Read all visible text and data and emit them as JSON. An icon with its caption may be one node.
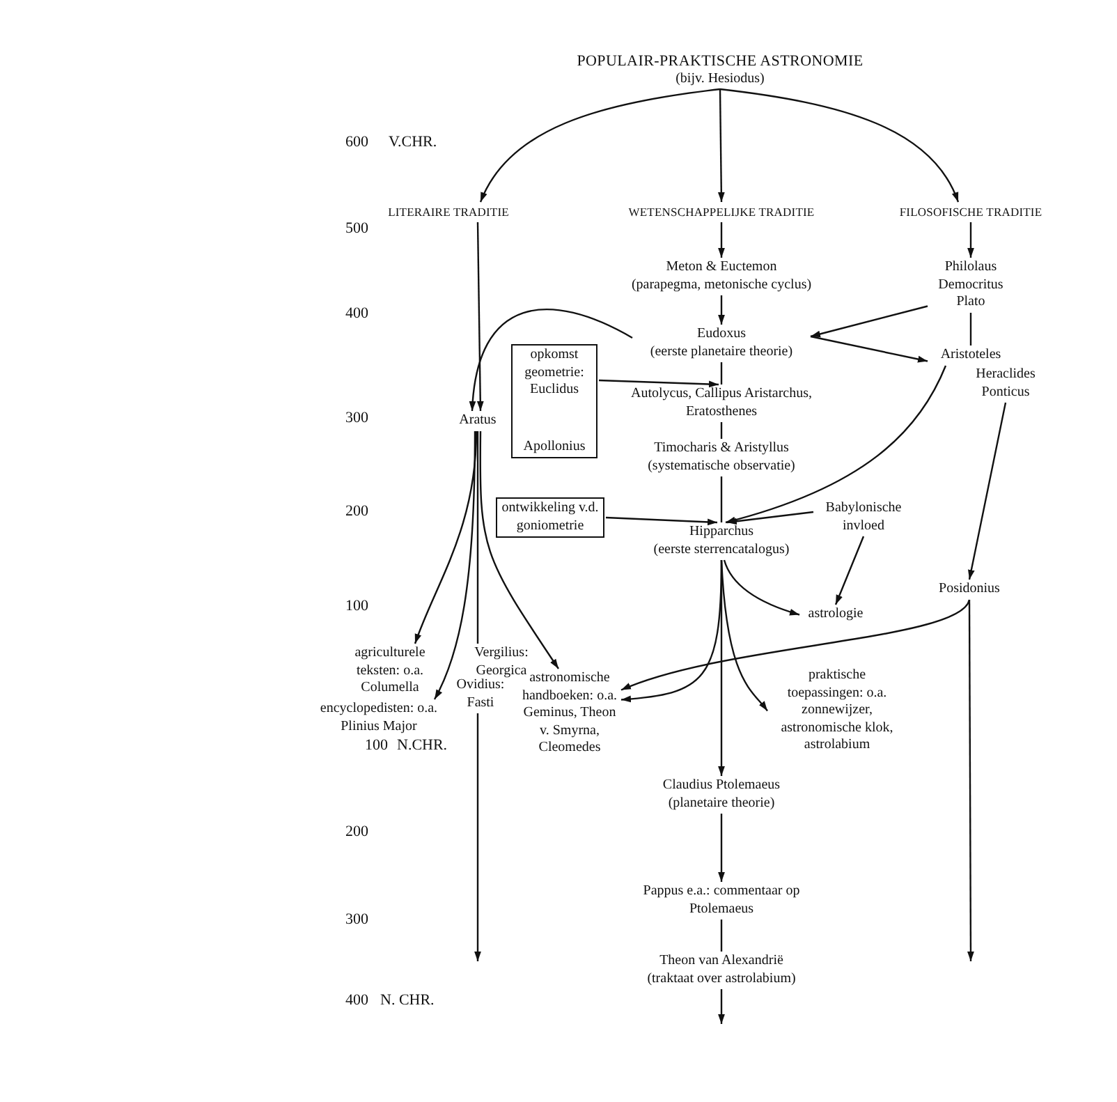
{
  "diagram": {
    "nodes": [
      {
        "text": [
          "POPULAIR-PRAKTISCHE ASTRONOMIE",
          "(bijv. Hesiodus)"
        ]
      },
      {
        "text": [
          "LITERAIRE TRADITIE"
        ]
      },
      {
        "text": [
          "WETENSCHAPPELIJKE TRADITIE"
        ]
      },
      {
        "text": [
          "FILOSOFISCHE TRADITIE"
        ]
      },
      {
        "text": [
          "Meton & Euctemon",
          "(parapegma, metonische cyclus)"
        ]
      },
      {
        "text": [
          "Philolaus Democritus Plato"
        ]
      },
      {
        "text": [
          "Eudoxus",
          "(eerste planetaire theorie)"
        ]
      },
      {
        "text": [
          "Aristoteles"
        ]
      },
      {
        "text": [
          "Heraclides Ponticus"
        ]
      },
      {
        "text": [
          "opkomst geometrie: Euclidus",
          "Apollonius"
        ]
      },
      {
        "text": [
          "Autolycus, Callipus Aristarchus, Eratosthenes"
        ]
      },
      {
        "text": [
          "Timocharis & Aristyllus",
          "(systematische observatie)"
        ]
      },
      {
        "text": [
          "Aratus"
        ]
      },
      {
        "text": [
          "ontwikkeling v.d. goniometrie"
        ]
      },
      {
        "text": [
          "Babylonische invloed"
        ]
      },
      {
        "text": [
          "Hipparchus",
          "(eerste sterrencatalogus)"
        ]
      },
      {
        "text": [
          "Posidonius"
        ]
      },
      {
        "text": [
          "agriculturele teksten: o.a. Columella"
        ]
      },
      {
        "text": [
          "Vergilius: Georgica"
        ]
      },
      {
        "text": [
          "astrologie"
        ]
      },
      {
        "text": [
          "Ovidius: Fasti"
        ]
      },
      {
        "text": [
          "encyclopedisten: o.a. Plinius Major"
        ]
      },
      {
        "text": [
          "astronomische handboeken: o.a. Geminus, Theon v. Smyrna, Cleomedes"
        ]
      },
      {
        "text": [
          "praktische toepassingen: o.a. zonnewijzer, astronomische klok, astrolabium"
        ]
      },
      {
        "text": [
          "Claudius Ptolemaeus",
          "(planetaire theorie)"
        ]
      },
      {
        "text": [
          "Pappus e.a.: commentaar op Ptolemaeus"
        ]
      },
      {
        "text": [
          "Theon van Alexandrië",
          "(traktaat over astrolabium)"
        ]
      }
    ],
    "edges": [
      {
        "from": 0,
        "to": 1,
        "arrow": "to"
      },
      {
        "from": 0,
        "to": 2,
        "arrow": "to"
      },
      {
        "from": 0,
        "to": 3,
        "arrow": "to"
      },
      {
        "from": 1,
        "to": 12,
        "arrow": "to"
      },
      {
        "from": 2,
        "to": 4,
        "arrow": "to"
      },
      {
        "from": 3,
        "to": 5,
        "arrow": "to"
      },
      {
        "from": 4,
        "to": 6,
        "arrow": "to"
      },
      {
        "from": 5,
        "to": 6,
        "arrow": "to"
      },
      {
        "from": 6,
        "to": 7,
        "arrow": "to"
      },
      {
        "from": 5,
        "to": 7,
        "arrow": "none"
      },
      {
        "from": 6,
        "to": 12,
        "arrow": "to"
      },
      {
        "from": 9,
        "to": 10,
        "arrow": "to"
      },
      {
        "from": 6,
        "to": 10,
        "arrow": "none"
      },
      {
        "from": 10,
        "to": 11,
        "arrow": "none"
      },
      {
        "from": 7,
        "to": 15,
        "arrow": "to"
      },
      {
        "from": 11,
        "to": 15,
        "arrow": "none"
      },
      {
        "from": 13,
        "to": 15,
        "arrow": "to"
      },
      {
        "from": 14,
        "to": 15,
        "arrow": "to"
      },
      {
        "from": 8,
        "to": 16,
        "arrow": "to"
      },
      {
        "from": 12,
        "to": 17,
        "arrow": "to"
      },
      {
        "from": 12,
        "to": 18,
        "arrow": "none"
      },
      {
        "from": 12,
        "to": 22,
        "arrow": "to"
      },
      {
        "from": 12,
        "to": 21,
        "arrow": "to"
      },
      {
        "from": 15,
        "to": 19,
        "arrow": "to"
      },
      {
        "from": 14,
        "to": 19,
        "arrow": "to"
      },
      {
        "from": 15,
        "to": 24,
        "arrow": "to"
      },
      {
        "from": 16,
        "to": 22,
        "arrow": "to"
      },
      {
        "from": 15,
        "to": 22,
        "arrow": "to"
      },
      {
        "from": 15,
        "to": 23,
        "arrow": "to"
      },
      {
        "from": 20,
        "to": null,
        "arrow": "to"
      },
      {
        "from": 24,
        "to": 25,
        "arrow": "to"
      },
      {
        "from": 25,
        "to": 26,
        "arrow": "none"
      },
      {
        "from": 26,
        "to": null,
        "arrow": "to"
      },
      {
        "from": 16,
        "to": null,
        "arrow": "to"
      }
    ],
    "labels": [
      "600",
      "V.CHR.",
      "500",
      "400",
      "300",
      "200",
      "100",
      "100",
      "N.CHR.",
      "200",
      "300",
      "400",
      "N. CHR."
    ]
  }
}
